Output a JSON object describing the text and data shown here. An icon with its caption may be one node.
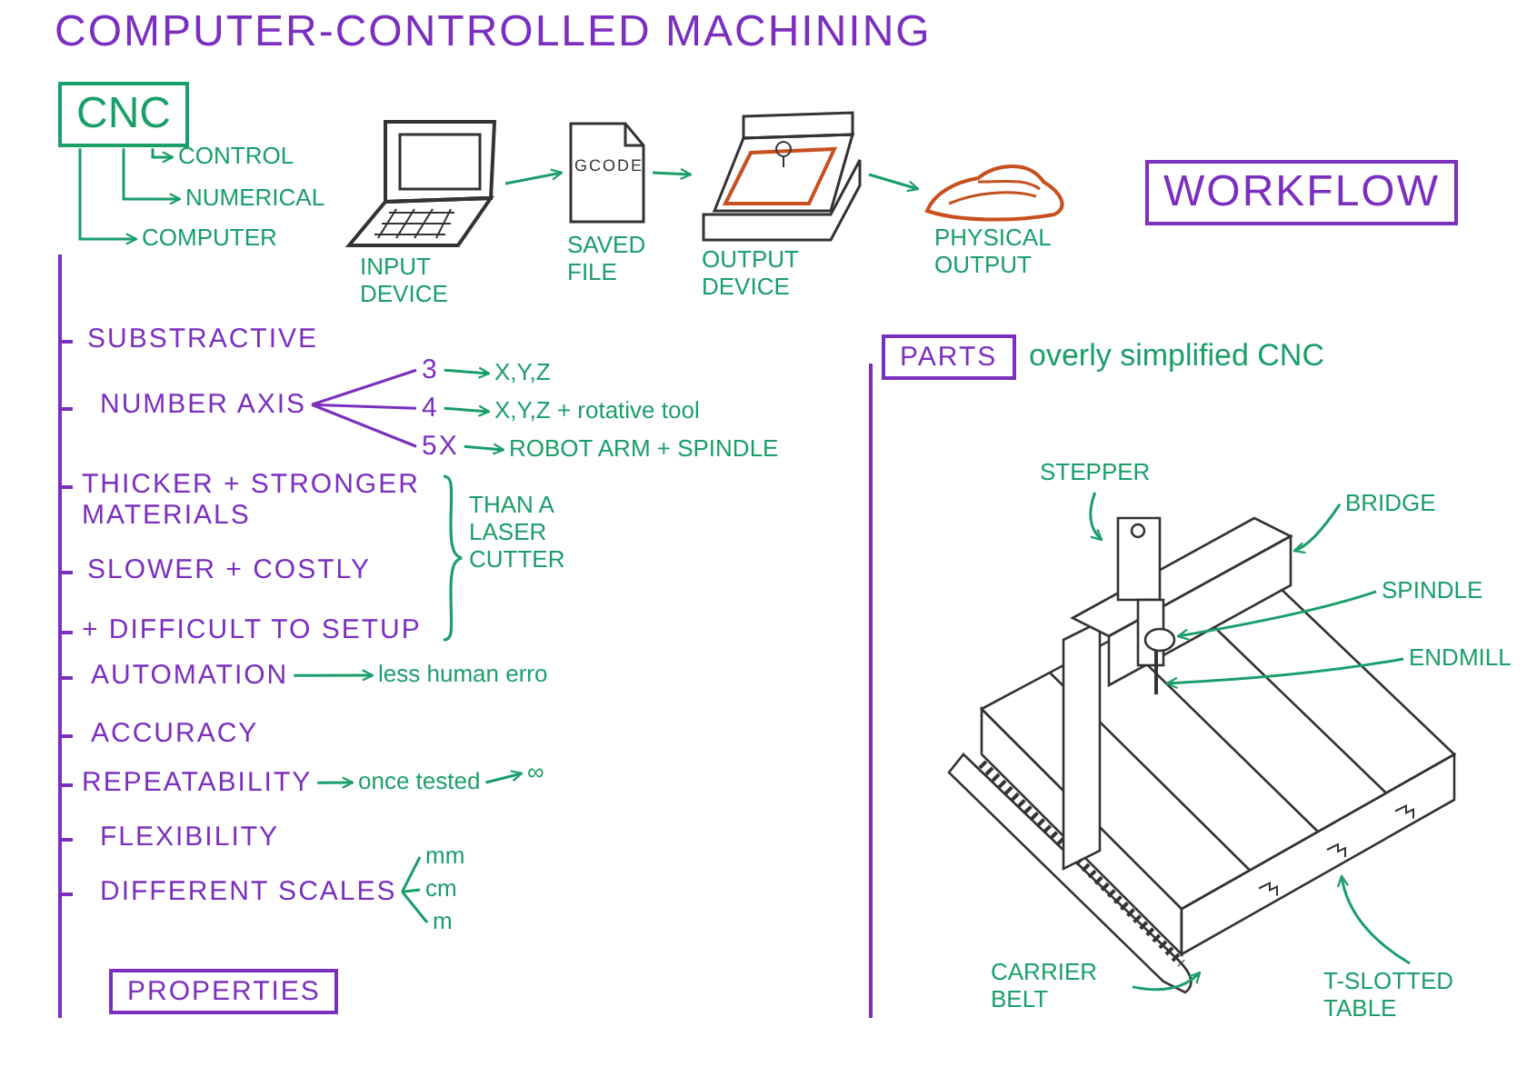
{
  "diagram": {
    "title": "COMPUTER-CONTROLLED MACHINING",
    "nodes": [
      {
        "text": [
          "CNC"
        ]
      },
      {
        "text": [
          "CONTROL"
        ]
      },
      {
        "text": [
          "NUMERICAL"
        ]
      },
      {
        "text": [
          "COMPUTER"
        ]
      },
      {
        "text": [],
        "shape": "picture",
        "beside": [
          "INPUT DEVICE"
        ]
      },
      {
        "text": [
          "GCODE"
        ],
        "beside": [
          "SAVED FILE"
        ]
      },
      {
        "text": [],
        "shape": "picture",
        "beside": [
          "OUTPUT DEVICE"
        ]
      },
      {
        "text": [],
        "shape": "picture",
        "beside": [
          "PHYSICAL OUTPUT"
        ]
      },
      {
        "text": [
          "WORKFLOW"
        ]
      },
      {
        "text": [
          "SUBSTRACTIVE"
        ]
      },
      {
        "text": [
          "NUMBER AXIS"
        ]
      },
      {
        "text": [
          "3"
        ]
      },
      {
        "text": [
          "X,Y,Z"
        ]
      },
      {
        "text": [
          "4"
        ]
      },
      {
        "text": [
          "X,Y,Z + rotative tool"
        ]
      },
      {
        "text": [
          "5X"
        ]
      },
      {
        "text": [
          "ROBOT ARM + SPINDLE"
        ]
      },
      {
        "text": [
          "THICKER + STRONGER MATERIALS"
        ]
      },
      {
        "text": [
          "SLOWER + COSTLY"
        ]
      },
      {
        "text": [
          "+ DIFFICULT TO SETUP"
        ]
      },
      {
        "text": [
          "AUTOMATION"
        ]
      },
      {
        "text": [
          "less human erro"
        ]
      },
      {
        "text": [
          "ACCURACY"
        ]
      },
      {
        "text": [
          "REPEATABILITY"
        ]
      },
      {
        "text": [
          "once tested"
        ]
      },
      {
        "text": [
          "∞"
        ]
      },
      {
        "text": [
          "FLEXIBILITY"
        ]
      },
      {
        "text": [
          "DIFFERENT SCALES"
        ]
      },
      {
        "text": [
          "mm"
        ]
      },
      {
        "text": [
          "cm"
        ]
      },
      {
        "text": [
          "m"
        ]
      },
      {
        "text": [
          "PROPERTIES"
        ]
      },
      {
        "text": [
          "PARTS"
        ]
      },
      {
        "text": [
          "STEPPER"
        ]
      },
      {
        "text": [
          "BRIDGE"
        ]
      },
      {
        "text": [
          "SPINDLE"
        ]
      },
      {
        "text": [
          "ENDMILL"
        ]
      },
      {
        "text": [
          "CARRIER BELT"
        ]
      },
      {
        "text": [
          "T-SLOTTED TABLE"
        ]
      }
    ],
    "edges": [
      {
        "from": 0,
        "to": 1,
        "arrow": "to"
      },
      {
        "from": 0,
        "to": 2,
        "arrow": "to"
      },
      {
        "from": 0,
        "to": 3,
        "arrow": "to"
      },
      {
        "from": 4,
        "to": 5,
        "arrow": "to"
      },
      {
        "from": 5,
        "to": 6,
        "arrow": "to"
      },
      {
        "from": 6,
        "to": 7,
        "arrow": "to"
      },
      {
        "from": 10,
        "to": 11,
        "arrow": "none",
        "color": "#7b2fbf"
      },
      {
        "from": 10,
        "to": 13,
        "arrow": "none",
        "color": "#7b2fbf"
      },
      {
        "from": 10,
        "to": 15,
        "arrow": "none",
        "color": "#7b2fbf"
      },
      {
        "from": 11,
        "to": 12,
        "arrow": "to"
      },
      {
        "from": 13,
        "to": 14,
        "arrow": "to"
      },
      {
        "from": 15,
        "to": 16,
        "arrow": "to"
      },
      {
        "from": 20,
        "to": 21,
        "arrow": "to"
      },
      {
        "from": 23,
        "to": 24,
        "arrow": "to"
      },
      {
        "from": 24,
        "to": 25,
        "arrow": "to"
      },
      {
        "from": 27,
        "to": 28,
        "arrow": "none"
      },
      {
        "from": 27,
        "to": 29,
        "arrow": "none"
      },
      {
        "from": 27,
        "to": 30,
        "arrow": "none"
      },
      {
        "from": 33,
        "to": null,
        "arrow": "to"
      },
      {
        "from": 34,
        "to": null,
        "arrow": "to"
      },
      {
        "from": 35,
        "to": null,
        "arrow": "to"
      },
      {
        "from": 36,
        "to": null,
        "arrow": "to"
      },
      {
        "from": 37,
        "to": null,
        "arrow": "to"
      },
      {
        "from": 38,
        "to": null,
        "arrow": "to"
      }
    ],
    "labels": [
      "THAN A LASER CUTTER",
      "overly simplified CNC"
    ]
  }
}
